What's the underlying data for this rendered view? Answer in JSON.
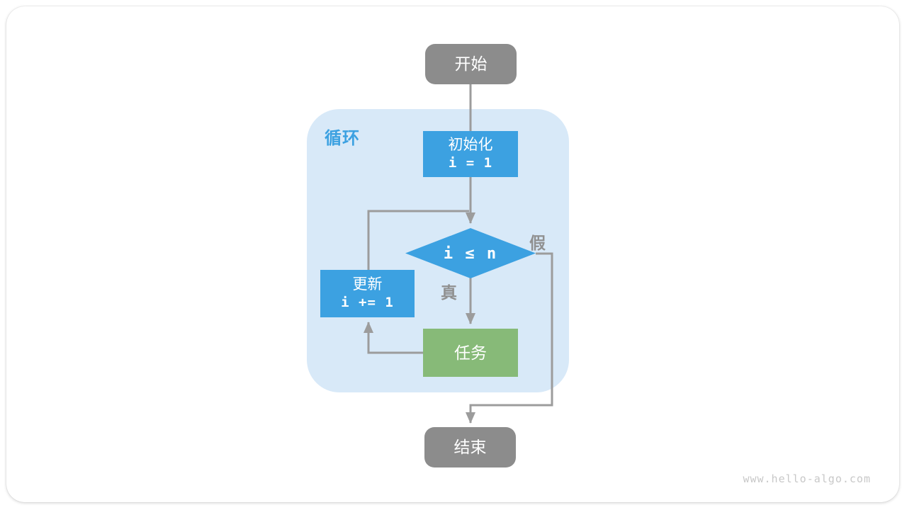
{
  "diagram": {
    "type": "flowchart",
    "loop_label": "循环",
    "nodes": {
      "start": {
        "label": "开始"
      },
      "init": {
        "label": "初始化",
        "code": "i = 1"
      },
      "condition": {
        "code": "i ≤ n"
      },
      "update": {
        "label": "更新",
        "code": "i += 1"
      },
      "task": {
        "label": "任务"
      },
      "end": {
        "label": "结束"
      }
    },
    "edges": [
      {
        "from": "start",
        "to": "init",
        "label": ""
      },
      {
        "from": "init",
        "to": "condition",
        "label": ""
      },
      {
        "from": "condition",
        "to": "task",
        "label": "真"
      },
      {
        "from": "task",
        "to": "update",
        "label": ""
      },
      {
        "from": "update",
        "to": "condition",
        "label": ""
      },
      {
        "from": "condition",
        "to": "end",
        "label": "假"
      }
    ],
    "watermark": "www.hello-algo.com",
    "colors": {
      "process_blue": "#3CA1E1",
      "task_green": "#87BA78",
      "terminal_gray": "#8C8C8C",
      "loop_container_blue": "#D8E9F8",
      "connector_gray": "#9C9C9C",
      "edge_label_gray": "#909090",
      "watermark_gray": "#C8C8C8"
    }
  }
}
